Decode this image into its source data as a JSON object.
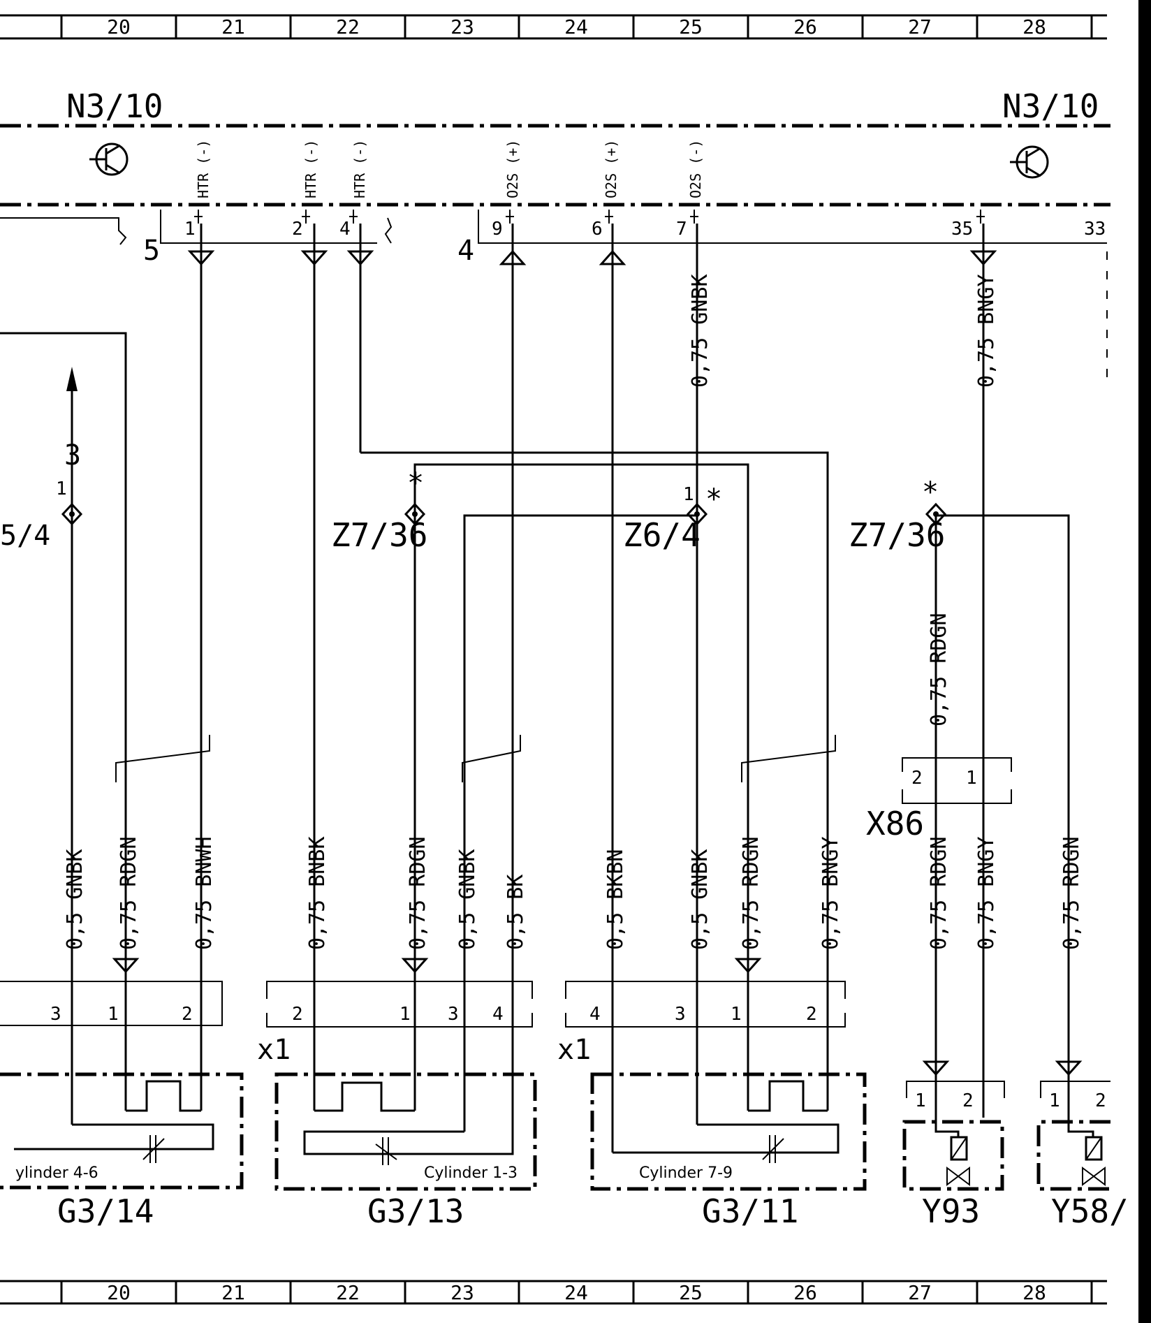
{
  "ruler_top": [
    "20",
    "21",
    "22",
    "23",
    "24",
    "25",
    "26",
    "27",
    "28"
  ],
  "ruler_bottom": [
    "20",
    "21",
    "22",
    "23",
    "24",
    "25",
    "26",
    "27",
    "28"
  ],
  "module_left": "N3/10",
  "module_right": "N3/10",
  "signals": [
    {
      "pol": "(-)",
      "name": "HTR",
      "pin": "1"
    },
    {
      "pol": "(-)",
      "name": "HTR",
      "pin": "2"
    },
    {
      "pol": "(-)",
      "name": "HTR",
      "pin": "4"
    },
    {
      "pol": "(+)",
      "name": "O2S",
      "pin": "9"
    },
    {
      "pol": "(+)",
      "name": "O2S",
      "pin": "6"
    },
    {
      "pol": "(-)",
      "name": "O2S",
      "pin": "7"
    }
  ],
  "pin_35": "35",
  "pin_33": "33",
  "conn_5": "5",
  "conn_4": "4",
  "arrow_3": "3",
  "left_splice_pin": "1",
  "left_splice": "5/4",
  "splices": {
    "z7_36_a": "Z7/36",
    "z6_4": "Z6/4",
    "z6_4_pin": "1",
    "z7_36_b": "Z7/36",
    "star": "*"
  },
  "upper_wires": {
    "gnbk": "0,75 GNBK",
    "bngy": "0,75 BNGY",
    "rdgn": "0,75 RDGN"
  },
  "x86": {
    "label": "X86",
    "pin_a": "2",
    "pin_b": "1"
  },
  "lower_wires": [
    "0,5 GNBK",
    "0,75 RDGN",
    "0,75 BNWH",
    "0,75 BNBK",
    "0,75 RDGN",
    "0,5 GNBK",
    "0,5 BK",
    "0,5 BKBN",
    "0,5 GNBK",
    "0,75 RDGN",
    "0,75 BNGY",
    "0,75 RDGN",
    "0,75 BNGY",
    "0,75 RDGN"
  ],
  "plug1_pins": [
    "3",
    "1",
    "2"
  ],
  "plug2_pins": [
    "2",
    "1",
    "3",
    "4"
  ],
  "plug3_pins": [
    "4",
    "3",
    "1",
    "2"
  ],
  "x1_a": "x1",
  "x1_b": "x1",
  "components": [
    {
      "id": "G3/14",
      "desc": "ylinder 4-6"
    },
    {
      "id": "G3/13",
      "desc": "Cylinder 1-3"
    },
    {
      "id": "G3/11",
      "desc": "Cylinder 7-9"
    }
  ],
  "valves": [
    {
      "id": "Y93",
      "pin1": "1",
      "pin2": "2"
    },
    {
      "id": "Y58/",
      "pin1": "1",
      "pin2": "2"
    }
  ]
}
